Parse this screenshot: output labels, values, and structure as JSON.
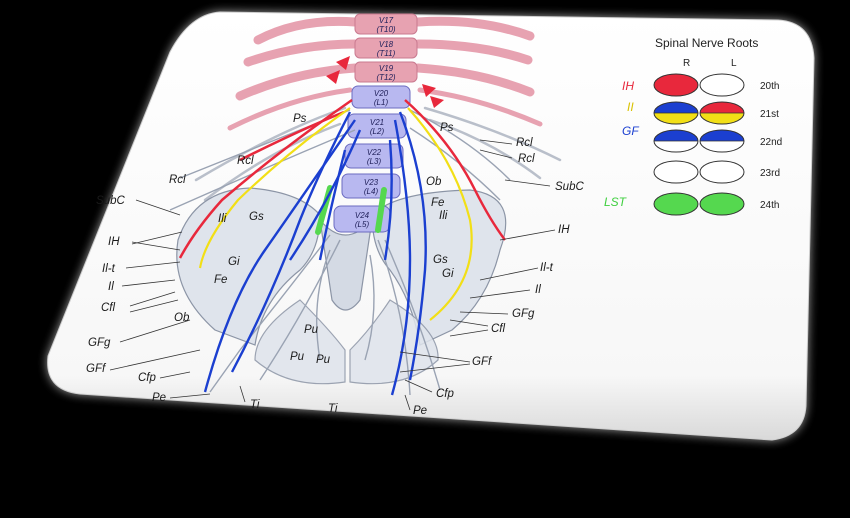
{
  "colors": {
    "IH": "#e8283c",
    "II": "#f2df16",
    "GF": "#1b3fd0",
    "LST": "#55d84f",
    "rib": "#e7a2b1",
    "vertebra": "#b8b8f0",
    "bone": "#cfd6e2"
  },
  "legend": {
    "title": "Spinal Nerve Roots",
    "col_r": "R",
    "col_l": "L",
    "keys": [
      {
        "text": "IH",
        "color": "#e8283c"
      },
      {
        "text": "II",
        "color": "#d9c200"
      },
      {
        "text": "GF",
        "color": "#1b3fd0"
      },
      {
        "text": "LST",
        "color": "#3fcf3f"
      }
    ],
    "rows": [
      {
        "label": "20th"
      },
      {
        "label": "21st"
      },
      {
        "label": "22nd"
      },
      {
        "label": "23rd"
      },
      {
        "label": "24th"
      }
    ]
  },
  "vertebrae": [
    {
      "top": "V17",
      "bottom": "(T10)"
    },
    {
      "top": "V18",
      "bottom": "(T11)"
    },
    {
      "top": "V19",
      "bottom": "(T12)"
    },
    {
      "top": "V20",
      "bottom": "(L1)"
    },
    {
      "top": "V21",
      "bottom": "(L2)"
    },
    {
      "top": "V22",
      "bottom": "(L3)"
    },
    {
      "top": "V23",
      "bottom": "(L4)"
    },
    {
      "top": "V24",
      "bottom": "(L5)"
    }
  ],
  "labels": {
    "ps_l": "Ps",
    "ps_r": "Ps",
    "rcl_l1": "Rcl",
    "rcl_l2": "Rcl",
    "rcl_r1": "Rcl",
    "rcl_r2": "Rcl",
    "subc_l": "SubC",
    "subc_r": "SubC",
    "ih_l": "IH",
    "ih_r": "IH",
    "ilt_l": "Il-t",
    "ilt_r": "Il-t",
    "il_l": "Il",
    "il_r": "Il",
    "cfl_l": "Cfl",
    "cfl_r": "Cfl",
    "gfg_l": "GFg",
    "gfg_r": "GFg",
    "gff_l": "GFf",
    "gff_r": "GFf",
    "cfp_l": "Cfp",
    "cfp_r": "Cfp",
    "pe_l": "Pe",
    "pe_r": "Pe",
    "ti_l": "Ti",
    "ti_r": "Ti",
    "ob_l": "Ob",
    "ob_r": "Ob",
    "fe_l": "Fe",
    "fe_r": "Fe",
    "ili_l": "Ili",
    "ili_r": "Ili",
    "gs_l": "Gs",
    "gs_r": "Gs",
    "gi_l": "Gi",
    "gi_r": "Gi",
    "pu1": "Pu",
    "pu2": "Pu",
    "pu3": "Pu"
  }
}
